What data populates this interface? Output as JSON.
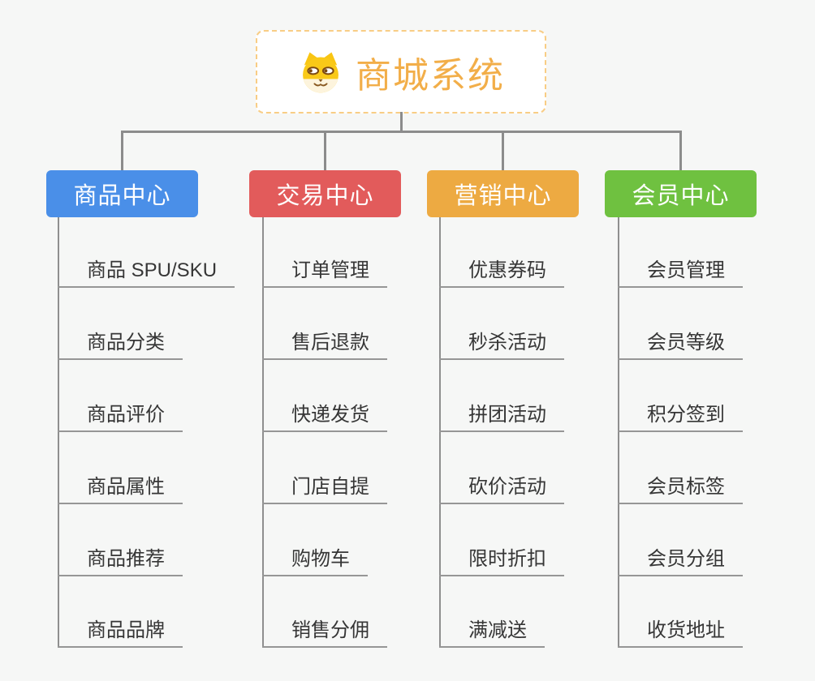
{
  "root": {
    "title": "商城系统",
    "icon": "shiba-dog-icon"
  },
  "colors": {
    "background": "#f6f7f6",
    "root_text": "#f2ae49",
    "root_border": "#f8cd85",
    "connector": "#8c8c8c",
    "item_text": "#363636",
    "branch_product": "#4a8fe8",
    "branch_trade": "#e25b5b",
    "branch_marketing": "#edaa42",
    "branch_member": "#6fc140"
  },
  "branches": [
    {
      "label": "商品中心",
      "color": "#4a8fe8",
      "items": [
        "商品 SPU/SKU",
        "商品分类",
        "商品评价",
        "商品属性",
        "商品推荐",
        "商品品牌"
      ]
    },
    {
      "label": "交易中心",
      "color": "#e25b5b",
      "items": [
        "订单管理",
        "售后退款",
        "快递发货",
        "门店自提",
        "购物车",
        "销售分佣"
      ]
    },
    {
      "label": "营销中心",
      "color": "#edaa42",
      "items": [
        "优惠券码",
        "秒杀活动",
        "拼团活动",
        "砍价活动",
        "限时折扣",
        "满减送"
      ]
    },
    {
      "label": "会员中心",
      "color": "#6fc140",
      "items": [
        "会员管理",
        "会员等级",
        "积分签到",
        "会员标签",
        "会员分组",
        "收货地址"
      ]
    }
  ]
}
